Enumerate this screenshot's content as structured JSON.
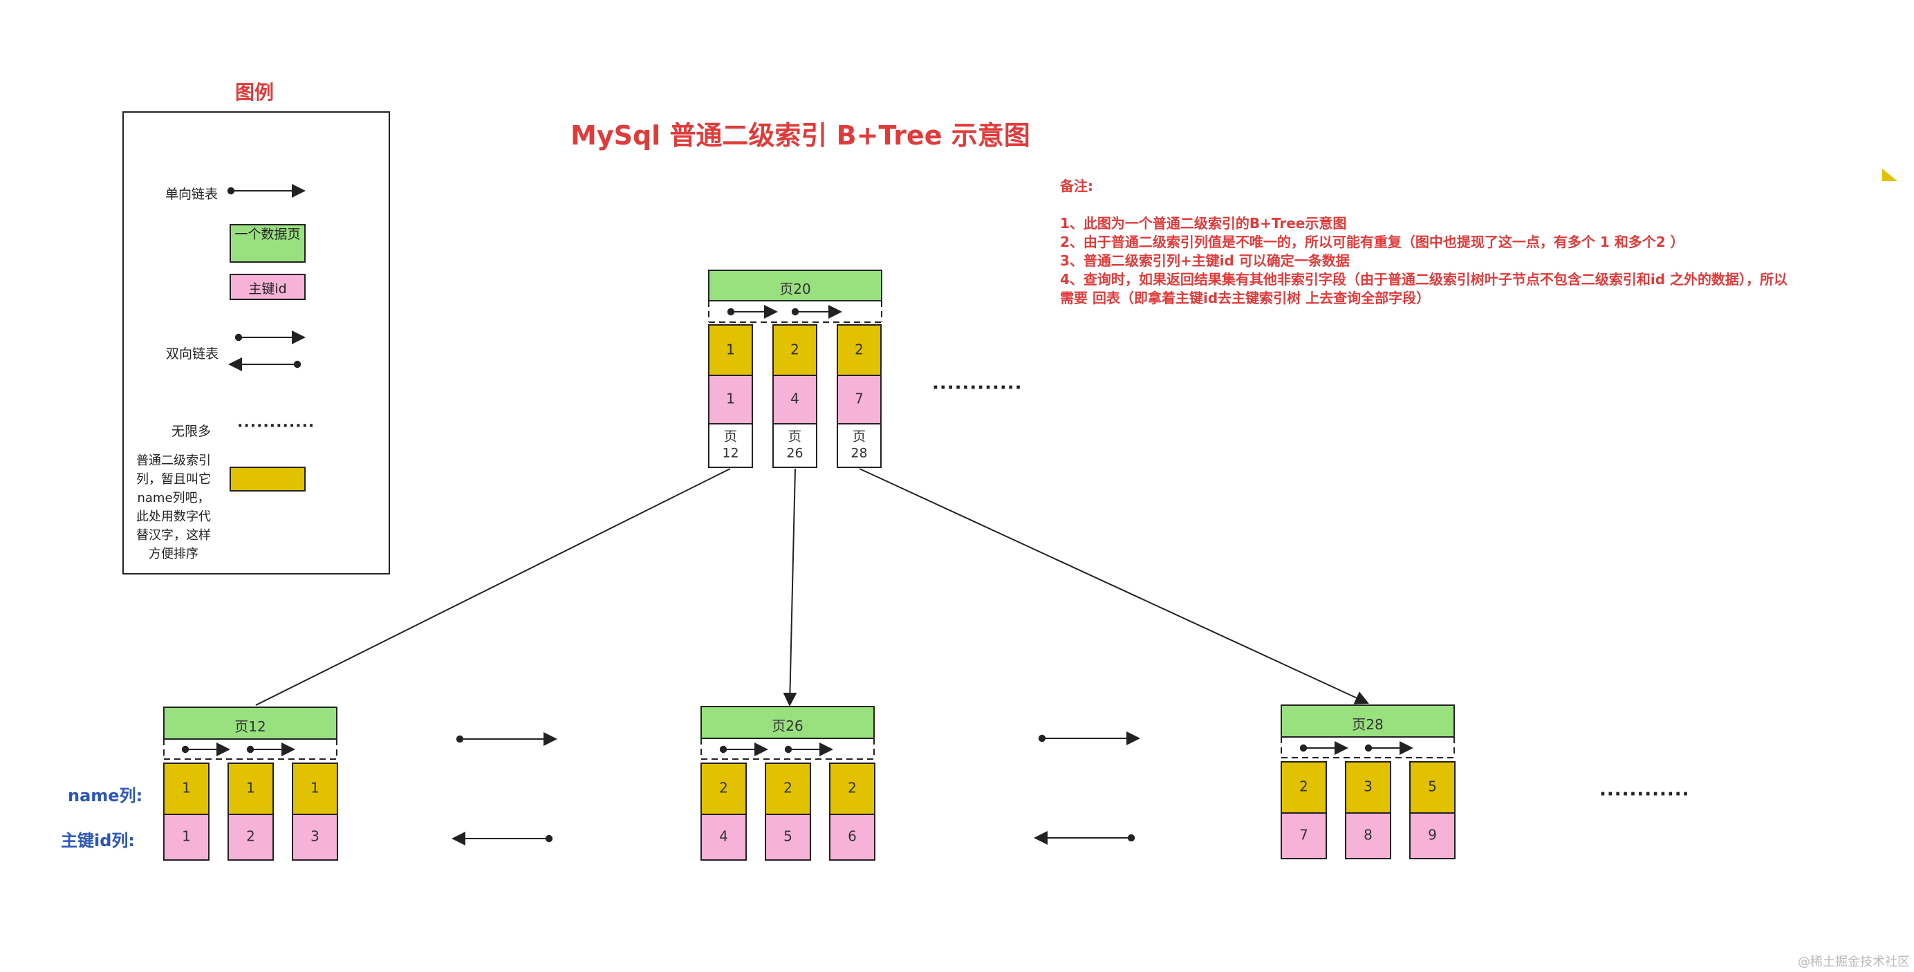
{
  "title": "MySql  普通二级索引 B+Tree 示意图",
  "legend": {
    "title": "图例",
    "single_link": "单向链表",
    "data_page": "一个数据页",
    "primary_key": "主键id",
    "double_link": "双向链表",
    "infinite": "无限多",
    "infinite_dots": "············",
    "name_col_desc": "普通二级索引列，暂且叫它name列吧，此处用数字代替汉字，这样方便排序"
  },
  "notes": {
    "heading": "备注:",
    "items": [
      "1、此图为一个普通二级索引的B+Tree示意图",
      "2、由于普通二级索引列值是不唯一的，所以可能有重复（图中也提现了这一点，有多个 1  和多个2 ）",
      "3、普通二级索引列+主键id 可以确定一条数据",
      "4、查询时，如果返回结果集有其他非索引字段（由于普通二级索引树叶子节点不包含二级索引和id 之外的数据），所以",
      "需要 回表（即拿着主键id去主键索引树 上去查询全部字段）"
    ]
  },
  "root": {
    "label": "页20",
    "entries": [
      {
        "name": "1",
        "id": "1",
        "page": "页\n12"
      },
      {
        "name": "2",
        "id": "4",
        "page": "页\n26"
      },
      {
        "name": "2",
        "id": "7",
        "page": "页\n28"
      }
    ],
    "more": "············"
  },
  "leaves": [
    {
      "label": "页12",
      "entries": [
        {
          "name": "1",
          "id": "1"
        },
        {
          "name": "1",
          "id": "2"
        },
        {
          "name": "1",
          "id": "3"
        }
      ]
    },
    {
      "label": "页26",
      "entries": [
        {
          "name": "2",
          "id": "4"
        },
        {
          "name": "2",
          "id": "5"
        },
        {
          "name": "2",
          "id": "6"
        }
      ]
    },
    {
      "label": "页28",
      "entries": [
        {
          "name": "2",
          "id": "7"
        },
        {
          "name": "3",
          "id": "8"
        },
        {
          "name": "5",
          "id": "9"
        }
      ]
    }
  ],
  "leaf_more": "············",
  "row_labels": {
    "name": "name列:",
    "id": "主键id列:"
  },
  "watermark": "@稀土掘金技术社区",
  "colors": {
    "page_header": "#99e07f",
    "name_cell": "#e2c100",
    "id_cell": "#f7b2d7",
    "title_red": "#e03b3b",
    "label_blue": "#2b56b8"
  }
}
